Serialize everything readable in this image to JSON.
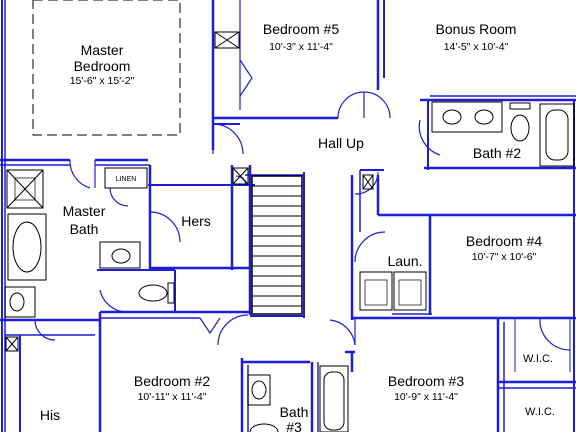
{
  "rooms": {
    "master_bedroom": {
      "name_line1": "Master",
      "name_line2": "Bedroom",
      "dims": "15'-6\" x 15'-2\""
    },
    "bedroom5": {
      "name": "Bedroom #5",
      "dims": "10'-3\" x 11'-4\""
    },
    "bonus_room": {
      "name": "Bonus Room",
      "dims": "14'-5\" x 10'-4\""
    },
    "hall_up": {
      "name": "Hall Up"
    },
    "bath2": {
      "name": "Bath #2"
    },
    "linen": {
      "name": "LINEN"
    },
    "master_bath": {
      "name_line1": "Master",
      "name_line2": "Bath"
    },
    "hers": {
      "name": "Hers"
    },
    "bedroom4": {
      "name": "Bedroom #4",
      "dims": "10'-7\" x 10'-6\""
    },
    "laundry": {
      "name": "Laun."
    },
    "wic1": {
      "name": "W.I.C."
    },
    "wic2": {
      "name": "W.I.C."
    },
    "bedroom2": {
      "name": "Bedroom #2",
      "dims": "10'-11\" x 11'-4\""
    },
    "bedroom3": {
      "name": "Bedroom #3",
      "dims": "10'-9\" x 11'-4\""
    },
    "bath3": {
      "name_line1": "Bath",
      "name_line2": "#3"
    },
    "his": {
      "name": "His"
    }
  },
  "colors": {
    "wall_blue": "#1d1ddb",
    "line_black": "#000000",
    "background": "#ffffff"
  }
}
